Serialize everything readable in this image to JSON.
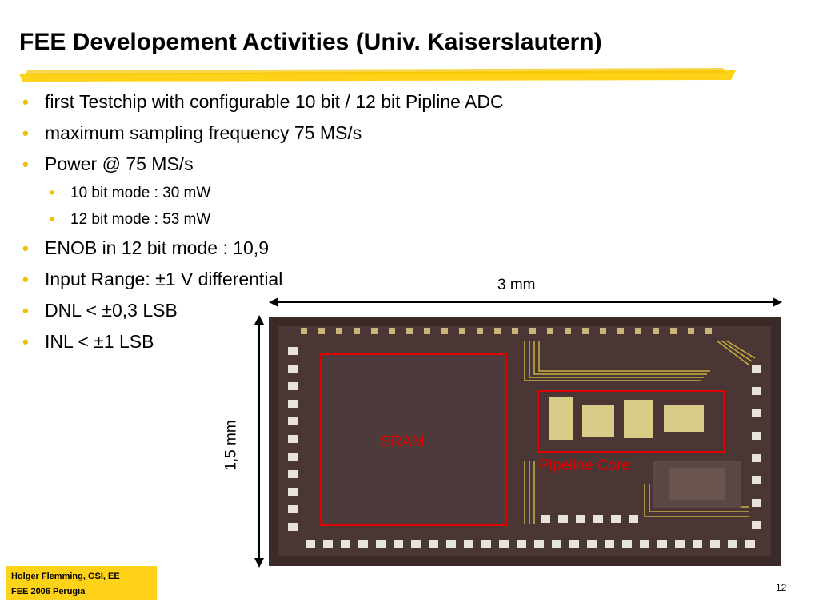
{
  "slide": {
    "title": "FEE Developement Activities (Univ. Kaiserslautern)",
    "bullets": [
      "first Testchip with configurable 10 bit / 12 bit Pipline ADC",
      "maximum sampling frequency 75 MS/s",
      "Power @ 75 MS/s"
    ],
    "sub_bullets": [
      "10 bit mode : 30 mW",
      "12 bit mode : 53 mW"
    ],
    "bullets_after": [
      "ENOB in 12 bit mode : 10,9",
      "Input Range: ±1 V differential",
      "DNL < ±0,3 LSB",
      "INL < ±1 LSB"
    ],
    "bullet_symbol": "•",
    "accent_color": "#f0c000"
  },
  "figure": {
    "width_label": "3 mm",
    "height_label": "1,5 mm",
    "sram_label": "SRAM",
    "pipeline_label": "Pipeline Core",
    "highlight_color": "#e00000"
  },
  "footer": {
    "author": "Holger Flemming,  GSI, EE",
    "event": "FEE 2006 Perugia",
    "page_number": "12"
  }
}
